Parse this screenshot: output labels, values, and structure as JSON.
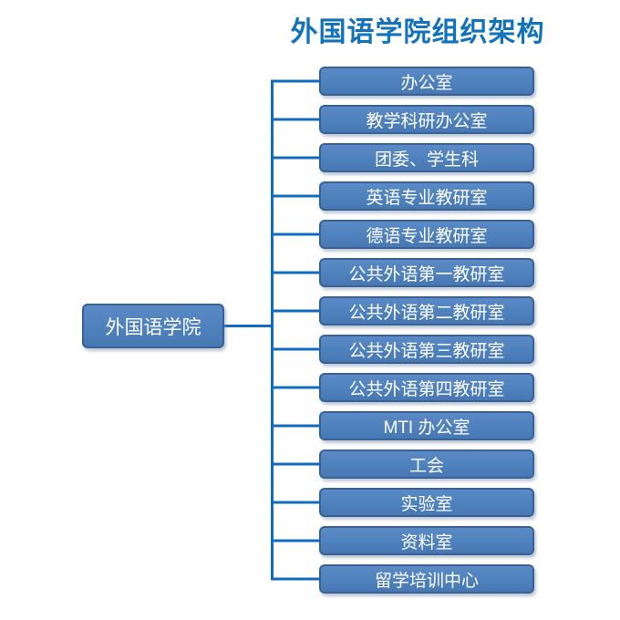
{
  "title": "外国语学院组织架构",
  "root": {
    "label": "外国语学院"
  },
  "children": [
    {
      "label": "办公室"
    },
    {
      "label": "教学科研办公室"
    },
    {
      "label": "团委、学生科"
    },
    {
      "label": "英语专业教研室"
    },
    {
      "label": "德语专业教研室"
    },
    {
      "label": "公共外语第一教研室"
    },
    {
      "label": "公共外语第二教研室"
    },
    {
      "label": "公共外语第三教研室"
    },
    {
      "label": "公共外语第四教研室"
    },
    {
      "label": "MTI 办公室"
    },
    {
      "label": "工会"
    },
    {
      "label": "实验室"
    },
    {
      "label": "资料室"
    },
    {
      "label": "留学培训中心"
    }
  ],
  "colors": {
    "background": "#ffffff",
    "title": "#1272bc",
    "line": "#0f6cc4",
    "box_fill": "#4e81bd",
    "box_border": "#36619b",
    "box_text": "#ffffff"
  }
}
